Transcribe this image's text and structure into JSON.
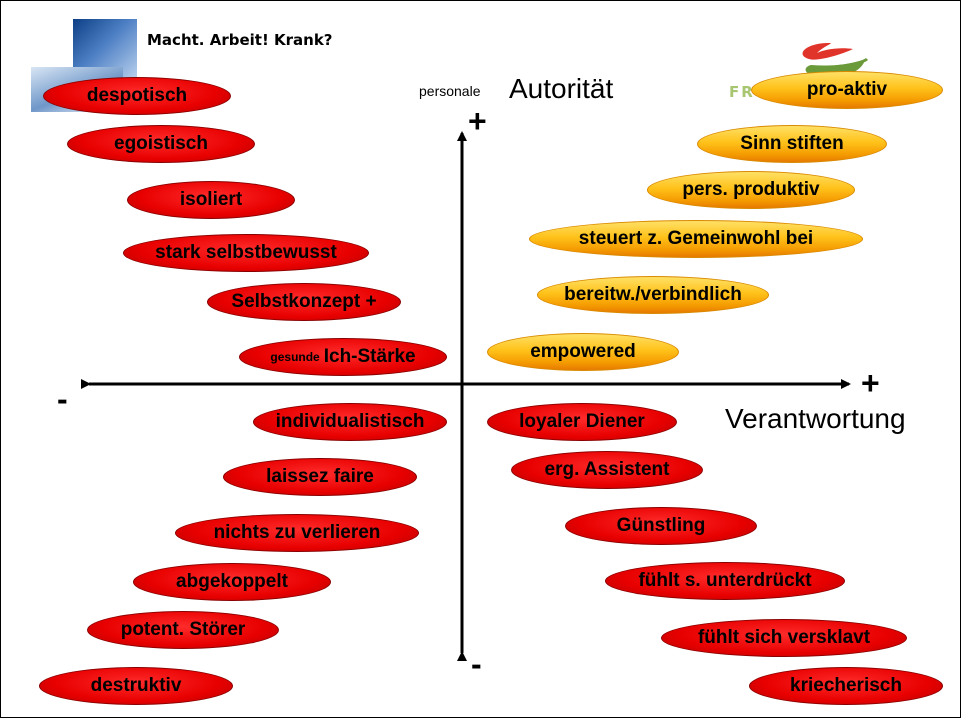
{
  "header": {
    "title": "Macht. Arbeit! Krank?"
  },
  "logo": {
    "partial_text": "FR",
    "swoosh_colors": [
      "#e0332a",
      "#6a9a3a"
    ]
  },
  "axes": {
    "y_label_small": "personale",
    "y_label": "Autorität",
    "x_label": "Verantwortung",
    "y_plus": "+",
    "y_minus": "-",
    "x_plus": "+",
    "x_minus": "-"
  },
  "left_items": [
    {
      "text": "despotisch"
    },
    {
      "text": "egoistisch"
    },
    {
      "text": "isoliert"
    },
    {
      "text": "stark selbstbewusst"
    },
    {
      "text": "Selbstkonzept +"
    },
    {
      "small": "gesunde",
      "text": "Ich-Stärke"
    },
    {
      "text": "individualistisch"
    },
    {
      "text": "laissez faire"
    },
    {
      "text": "nichts zu verlieren"
    },
    {
      "text": "abgekoppelt"
    },
    {
      "text": "potent. Störer"
    },
    {
      "text": "destruktiv"
    }
  ],
  "right_upper_items": [
    {
      "text": "pro-aktiv"
    },
    {
      "text": "Sinn stiften"
    },
    {
      "text": "pers. produktiv"
    },
    {
      "text": "steuert z. Gemeinwohl bei"
    },
    {
      "text": "bereitw./verbindlich"
    },
    {
      "text": "empowered"
    }
  ],
  "right_lower_items": [
    {
      "text": "loyaler Diener"
    },
    {
      "text": "erg. Assistent"
    },
    {
      "text": "Günstling"
    },
    {
      "text": "fühlt s. unterdrückt"
    },
    {
      "text": "fühlt sich versklavt"
    },
    {
      "text": "kriecherisch"
    }
  ],
  "colors": {
    "red_pill": "#e80000",
    "gold_pill": "#ffc21a",
    "axis": "#000000"
  }
}
